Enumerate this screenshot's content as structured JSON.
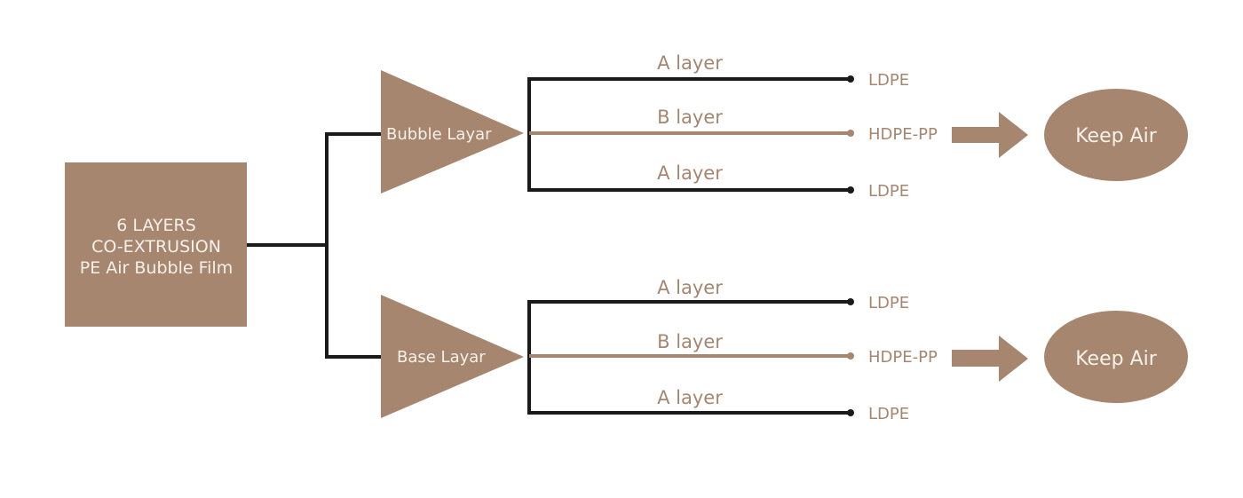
{
  "colors": {
    "brown": "#a6866e",
    "black": "#1a1a1a",
    "white_text": "#f7f1ea"
  },
  "root": {
    "lines": [
      "6 LAYERS",
      "CO-EXTRUSION",
      "PE Air Bubble Film"
    ]
  },
  "groups": [
    {
      "label": "Bubble Layar",
      "layers": [
        {
          "name": "A layer",
          "material": "LDPE",
          "kind": "A"
        },
        {
          "name": "B layer",
          "material": "HDPE-PP",
          "kind": "B"
        },
        {
          "name": "A layer",
          "material": "LDPE",
          "kind": "A"
        }
      ],
      "result": "Keep Air"
    },
    {
      "label": "Base Layar",
      "layers": [
        {
          "name": "A layer",
          "material": "LDPE",
          "kind": "A"
        },
        {
          "name": "B layer",
          "material": "HDPE-PP",
          "kind": "B"
        },
        {
          "name": "A layer",
          "material": "LDPE",
          "kind": "A"
        }
      ],
      "result": "Keep Air"
    }
  ]
}
